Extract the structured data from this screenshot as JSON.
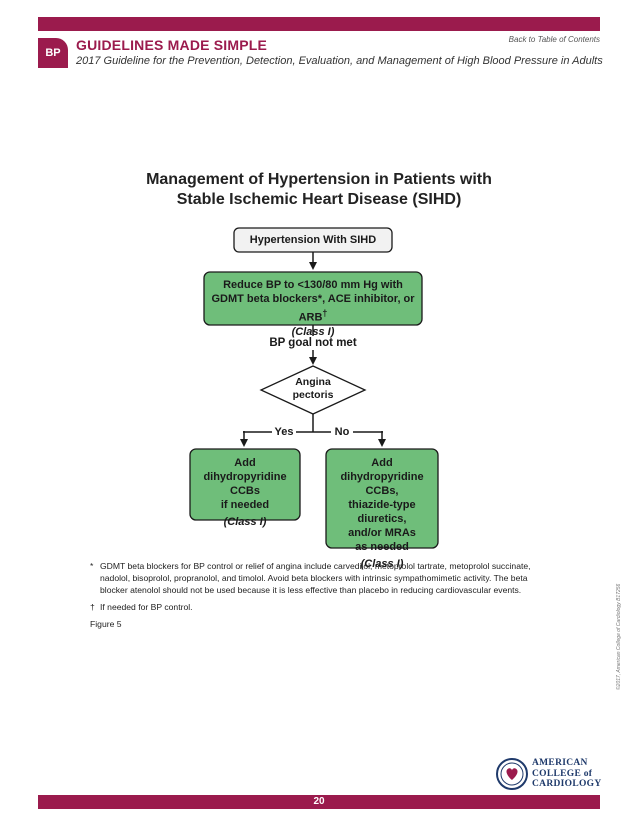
{
  "header": {
    "badge": "BP",
    "title": "GUIDELINES MADE SIMPLE",
    "subtitle": "2017 Guideline for the Prevention, Detection, Evaluation, and Management of High Blood Pressure in Adults",
    "back_link": "Back to Table of Contents"
  },
  "figure": {
    "title_line1": "Management of Hypertension in Patients with",
    "title_line2": "Stable Ischemic Heart Disease (SIHD)",
    "start_box": "Hypertension With SIHD",
    "treat_box": {
      "line1": "Reduce BP to <130/80 mm Hg with",
      "line2": "GDMT beta blockers*, ACE inhibitor, or ARB",
      "dagger": "†",
      "class": "(Class I)"
    },
    "goal_label": "BP goal not met",
    "decision": {
      "line1": "Angina",
      "line2": "pectoris"
    },
    "yes_label": "Yes",
    "no_label": "No",
    "yes_box": {
      "line1": "Add",
      "line2": "dihydropyridine CCBs",
      "line3": "if needed",
      "class": "(Class I)"
    },
    "no_box": {
      "line1": "Add",
      "line2": "dihydropyridine CCBs,",
      "line3": "thiazide-type diuretics,",
      "line4": "and/or MRAs",
      "line5": "as needed",
      "class": "(Class I)"
    },
    "colors": {
      "green_fill": "#6fbe7a",
      "outline": "#1a1a1a",
      "start_fill": "#f2f2f2",
      "brand": "#9b1b4d"
    }
  },
  "footnotes": {
    "star_mark": "*",
    "star_text": "GDMT beta blockers for BP control or relief of angina include carvedilol, metoprolol tartrate, metoprolol succinate, nadolol, bisoprolol, propranolol, and timolol. Avoid beta blockers with intrinsic sympathomimetic activity. The beta blocker atenolol should not be used because it is less effective than placebo in reducing cardiovascular events.",
    "dagger_mark": "†",
    "dagger_text": "If needed for BP control.",
    "figure_label": "Figure 5"
  },
  "copyright": "©2017, American College of Cardiology B17256",
  "logo": {
    "line1": "AMERICAN",
    "line2": "COLLEGE of",
    "line3": "CARDIOLOGY"
  },
  "page_number": "20"
}
